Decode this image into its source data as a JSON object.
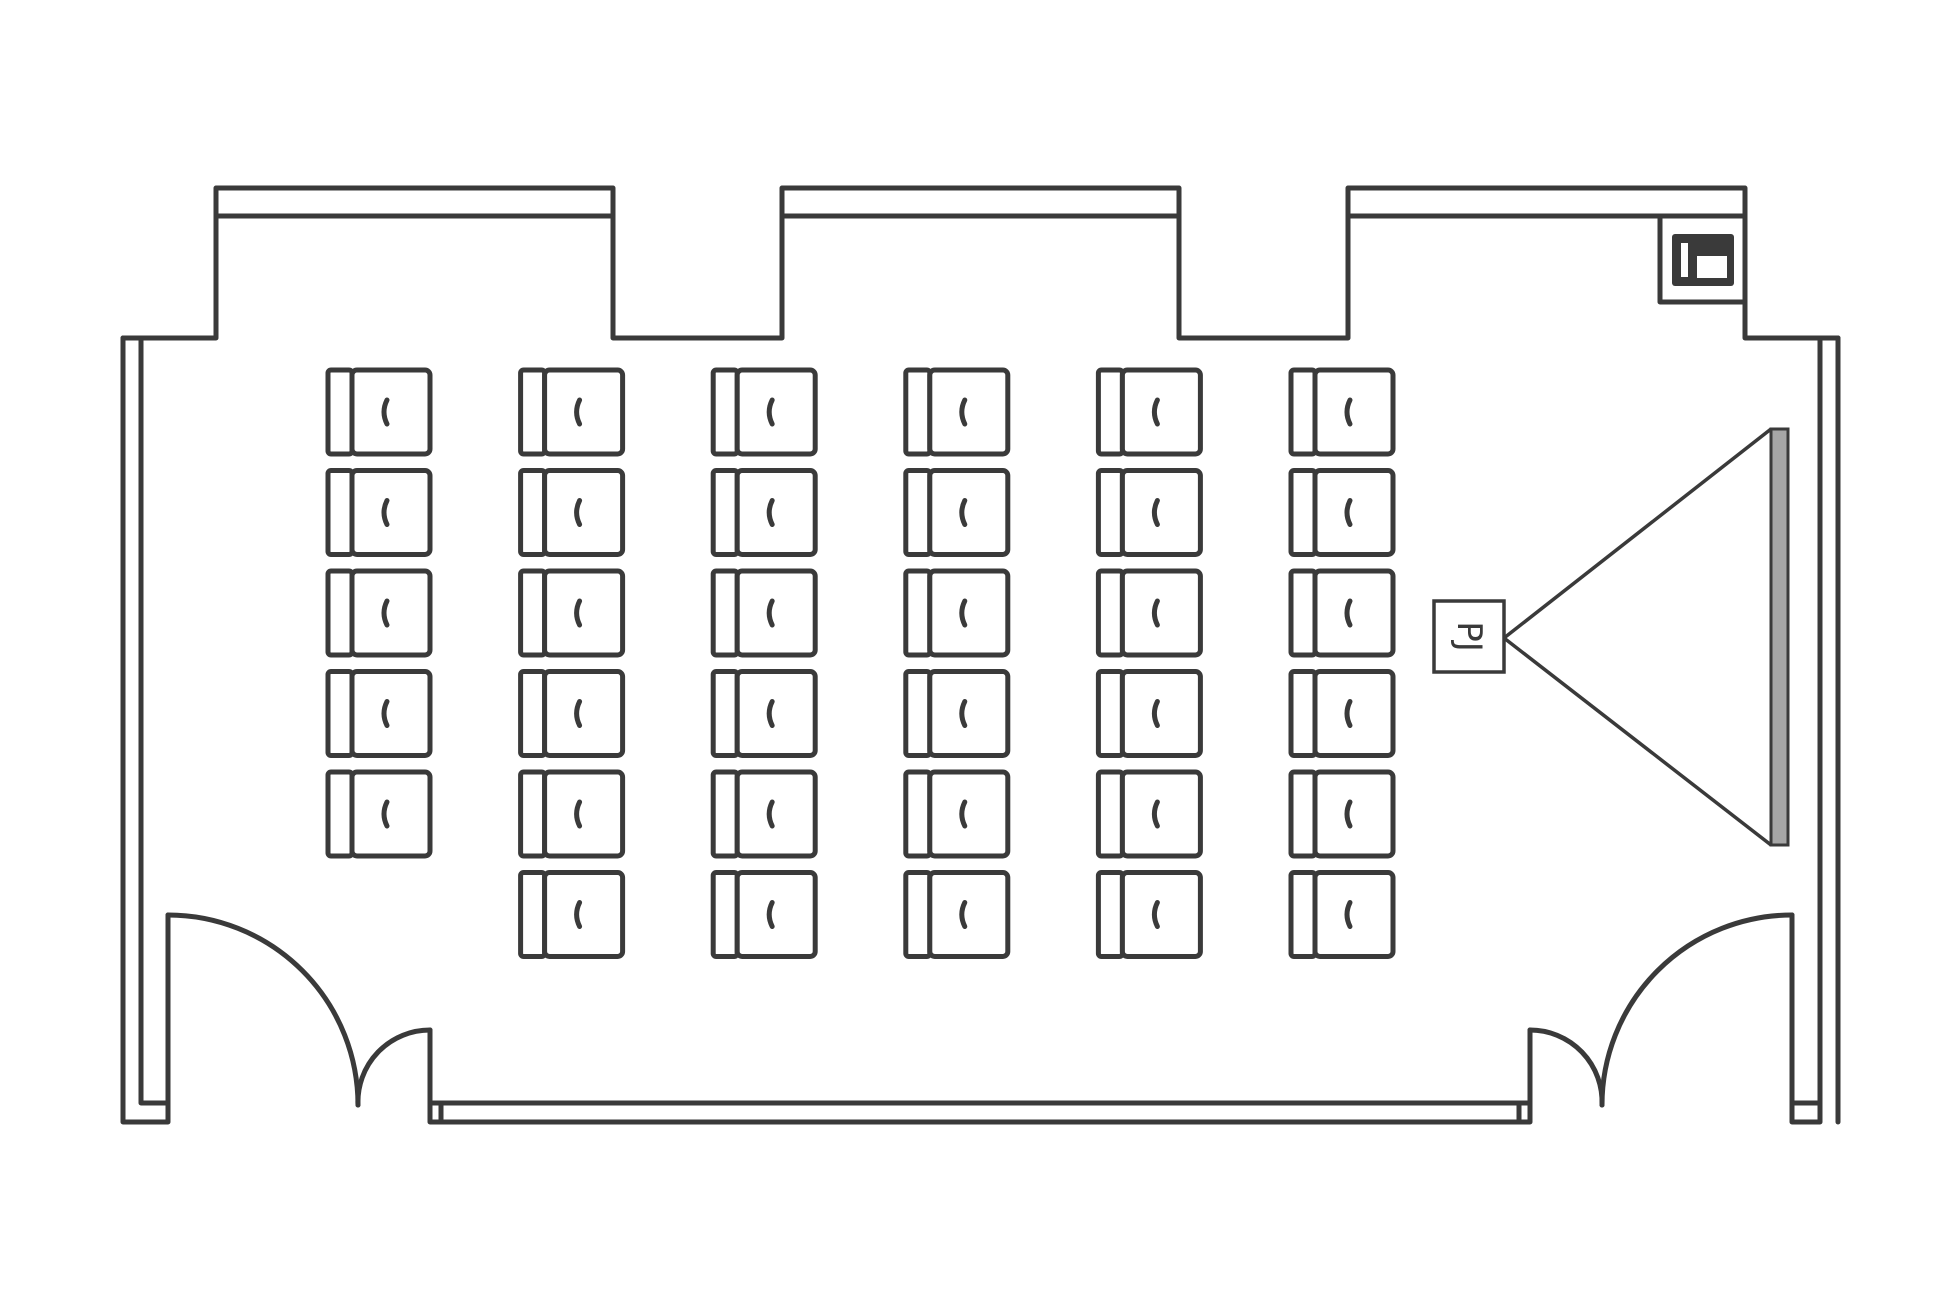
{
  "floor_plan": {
    "projector_label": "PJ",
    "colors": {
      "line": "#3a3a3a",
      "screen": "#a6a6a6",
      "background": "#ffffff"
    },
    "seating": {
      "columns": 6,
      "seats_per_column": [
        5,
        6,
        6,
        6,
        6,
        6
      ],
      "total_seats": 35
    },
    "features": [
      "window-bay",
      "window-bay",
      "window-bay",
      "control-panel",
      "projector",
      "projection-screen",
      "double-door",
      "double-door"
    ]
  }
}
